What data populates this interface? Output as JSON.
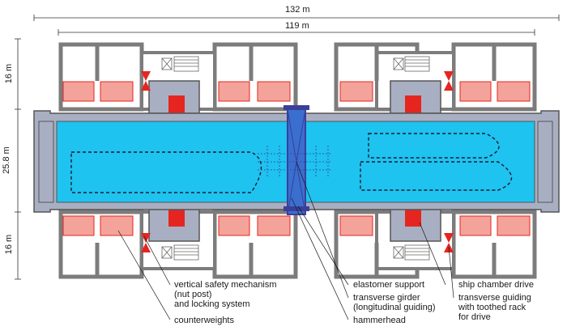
{
  "dimensions": {
    "overall_width": "132 m",
    "inner_width": "119 m",
    "upper_tower_depth": "16 m",
    "chamber_width": "25.8 m",
    "lower_tower_depth": "16 m"
  },
  "labels": {
    "safety_mechanism_line1": "vertical safety mechanism",
    "safety_mechanism_line2": "(nut post)",
    "safety_mechanism_line3": "and locking system",
    "counterweights": "counterweights",
    "elastomer_support": "elastomer support",
    "transverse_girder_line1": "transverse girder",
    "transverse_girder_line2": "(longitudinal guiding)",
    "hammerhead": "hammerhead",
    "ship_chamber_drive": "ship chamber drive",
    "transverse_guiding_line1": "transverse guiding",
    "transverse_guiding_line2": "with toothed rack",
    "transverse_guiding_line3": "for drive"
  },
  "colors": {
    "water": "#1ec3f0",
    "chamber_frame": "#a9afc2",
    "wall": "#7c7c7c",
    "counterweight": "#f4a39a",
    "drive_red": "#e52620",
    "girder_blue": "#3a3f9a"
  }
}
